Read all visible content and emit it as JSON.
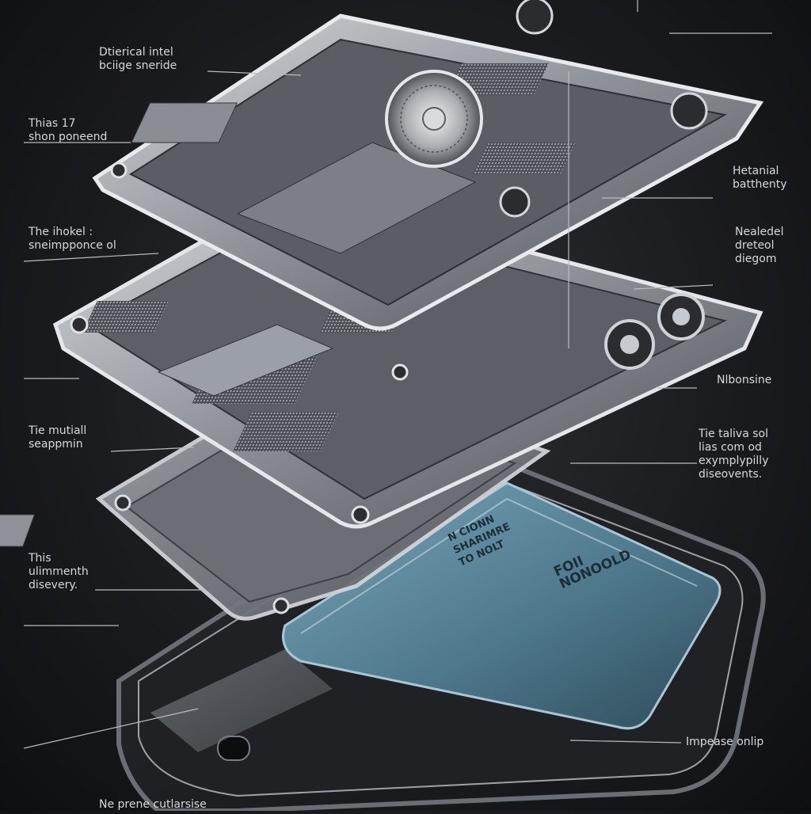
{
  "labels": [
    {
      "id": "label-top-left-1",
      "lines": [
        "Dtierical  intel",
        "bciige sneride"
      ]
    },
    {
      "id": "label-left-2",
      "lines": [
        "Thias 17",
        "shon poneend"
      ]
    },
    {
      "id": "label-left-3",
      "lines": [
        "The ihokel :",
        "sneimpponce ol"
      ]
    },
    {
      "id": "label-left-4",
      "lines": [
        "Tie mutiall",
        "seappmin"
      ]
    },
    {
      "id": "label-left-5",
      "lines": [
        "This",
        "ulimmenth",
        "disevery."
      ]
    },
    {
      "id": "label-bottom",
      "lines": [
        "Ne prene cutlarsise"
      ]
    },
    {
      "id": "label-right-1",
      "lines": [
        "Hetanial",
        "batthenty"
      ]
    },
    {
      "id": "label-right-2",
      "lines": [
        "Nealedel",
        "dreteol",
        "diegom"
      ]
    },
    {
      "id": "label-right-3",
      "lines": [
        "Nlbonsine"
      ]
    },
    {
      "id": "label-right-4",
      "lines": [
        "Tie taliva sol",
        "lias com od",
        "exymplypilly",
        "diseovents."
      ]
    },
    {
      "id": "label-right-5",
      "lines": [
        "Impease onlip"
      ]
    }
  ],
  "battery": {
    "lines_a": [
      "N CIONN",
      "SHARIMRE",
      "TO NOLT"
    ],
    "lines_b": [
      "FOII",
      "NONOOLD"
    ]
  },
  "colors": {
    "metal_light": "#c9ccd1",
    "metal_mid": "#8e9298",
    "metal_dark": "#3a3d42",
    "battery": "#5f8a9e",
    "label_text": "#d6d8dc"
  }
}
